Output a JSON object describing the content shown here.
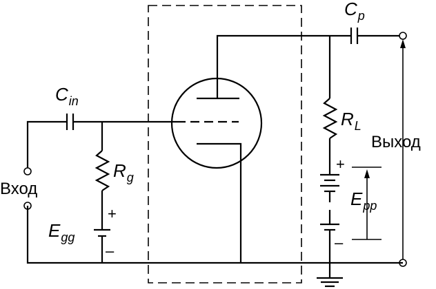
{
  "labels": {
    "input": "Вход",
    "output": "Выход"
  },
  "components": {
    "c_in": {
      "symbol": "C",
      "sub": "in"
    },
    "c_p": {
      "symbol": "C",
      "sub": "p"
    },
    "r_g": {
      "symbol": "R",
      "sub": "g"
    },
    "r_l": {
      "symbol": "R",
      "sub": "L"
    },
    "e_gg": {
      "symbol": "E",
      "sub": "gg",
      "plus": "+",
      "minus": "–"
    },
    "e_pp": {
      "symbol": "E",
      "sub": "pp",
      "plus": "+",
      "minus": "–"
    }
  }
}
